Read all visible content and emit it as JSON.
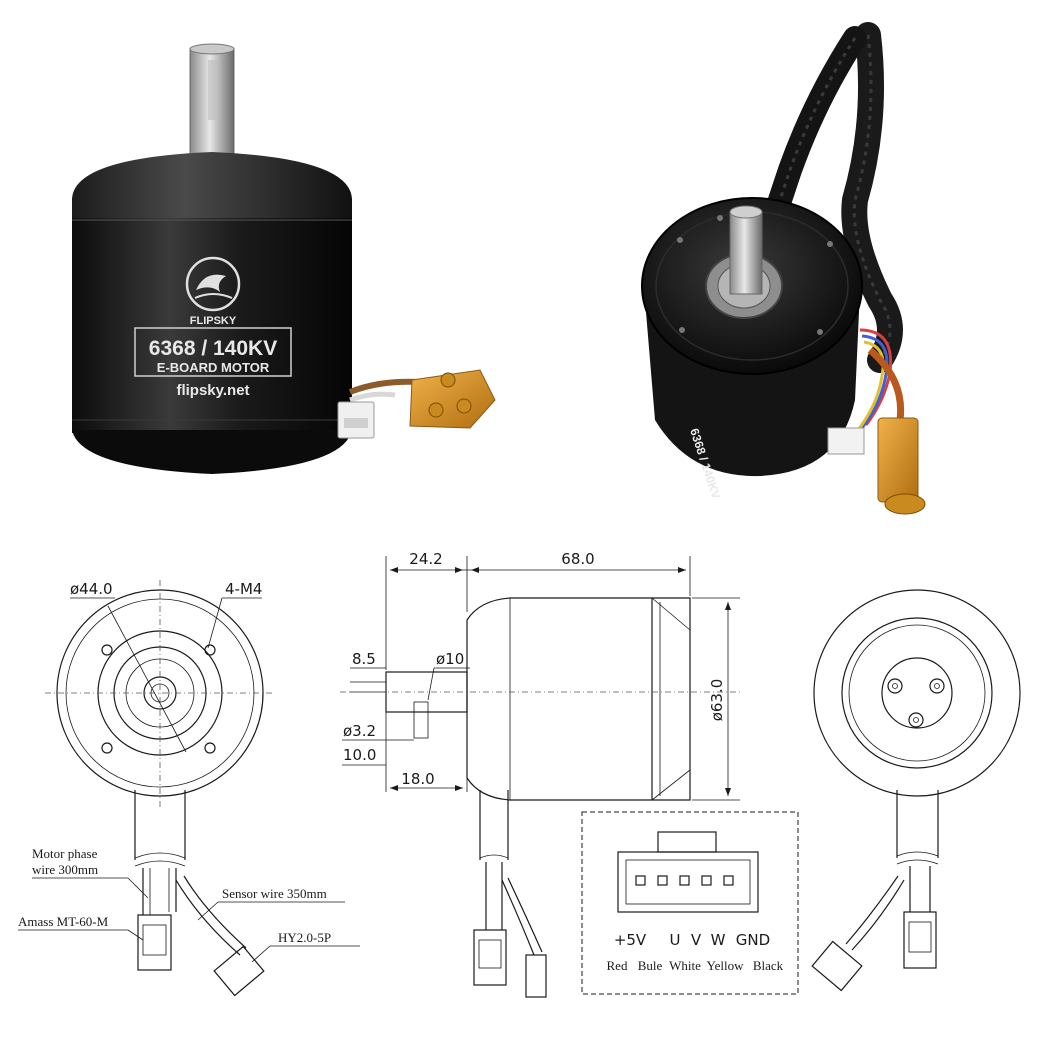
{
  "photo_left": {
    "brand": "FLIPSKY",
    "model": "6368 / 140KV",
    "type": "E-BOARD MOTOR",
    "site": "flipsky.net"
  },
  "photo_right": {
    "side_label": "6368 / 140KV"
  },
  "front_view": {
    "dia_label": "ø44.0",
    "holes_label": "4-M4"
  },
  "side_view": {
    "shaft_len": "24.2",
    "body_len": "68.0",
    "key_8_5": "8.5",
    "shaft_dia": "ø10",
    "body_dia": "ø63.0",
    "hole_dia": "ø3.2",
    "dim_10": "10.0",
    "dim_18": "18.0"
  },
  "notes": {
    "phase_1": "Motor phase",
    "phase_2": "wire 300mm",
    "sensor": "Sensor wire 350mm",
    "amass": "Amass MT-60-M",
    "hy": "HY2.0-5P"
  },
  "pinout": {
    "pins": [
      "+5V",
      "U",
      "V",
      "W",
      "GND"
    ],
    "colors": [
      "Red",
      "Bule",
      "White",
      "Yellow",
      "Black"
    ]
  }
}
